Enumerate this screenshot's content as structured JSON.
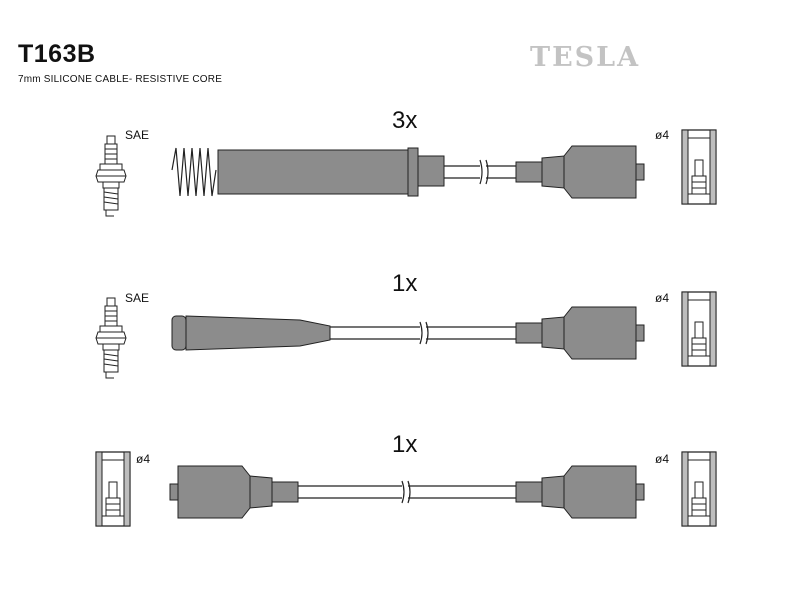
{
  "header": {
    "part_number": "T163B",
    "description": "7mm SILICONE CABLE- RESISTIVE CORE",
    "brand": "TESLA"
  },
  "rows": [
    {
      "quantity": "3x",
      "left_label": "SAE",
      "right_label": "ø4"
    },
    {
      "quantity": "1x",
      "left_label": "SAE",
      "right_label": "ø4"
    },
    {
      "quantity": "1x",
      "left_label": "ø4",
      "right_label": "ø4"
    }
  ],
  "colors": {
    "body": "#8c8c8c",
    "body_dark": "#6e6e6e",
    "line": "#222222",
    "brand": "#c3c3c3"
  }
}
